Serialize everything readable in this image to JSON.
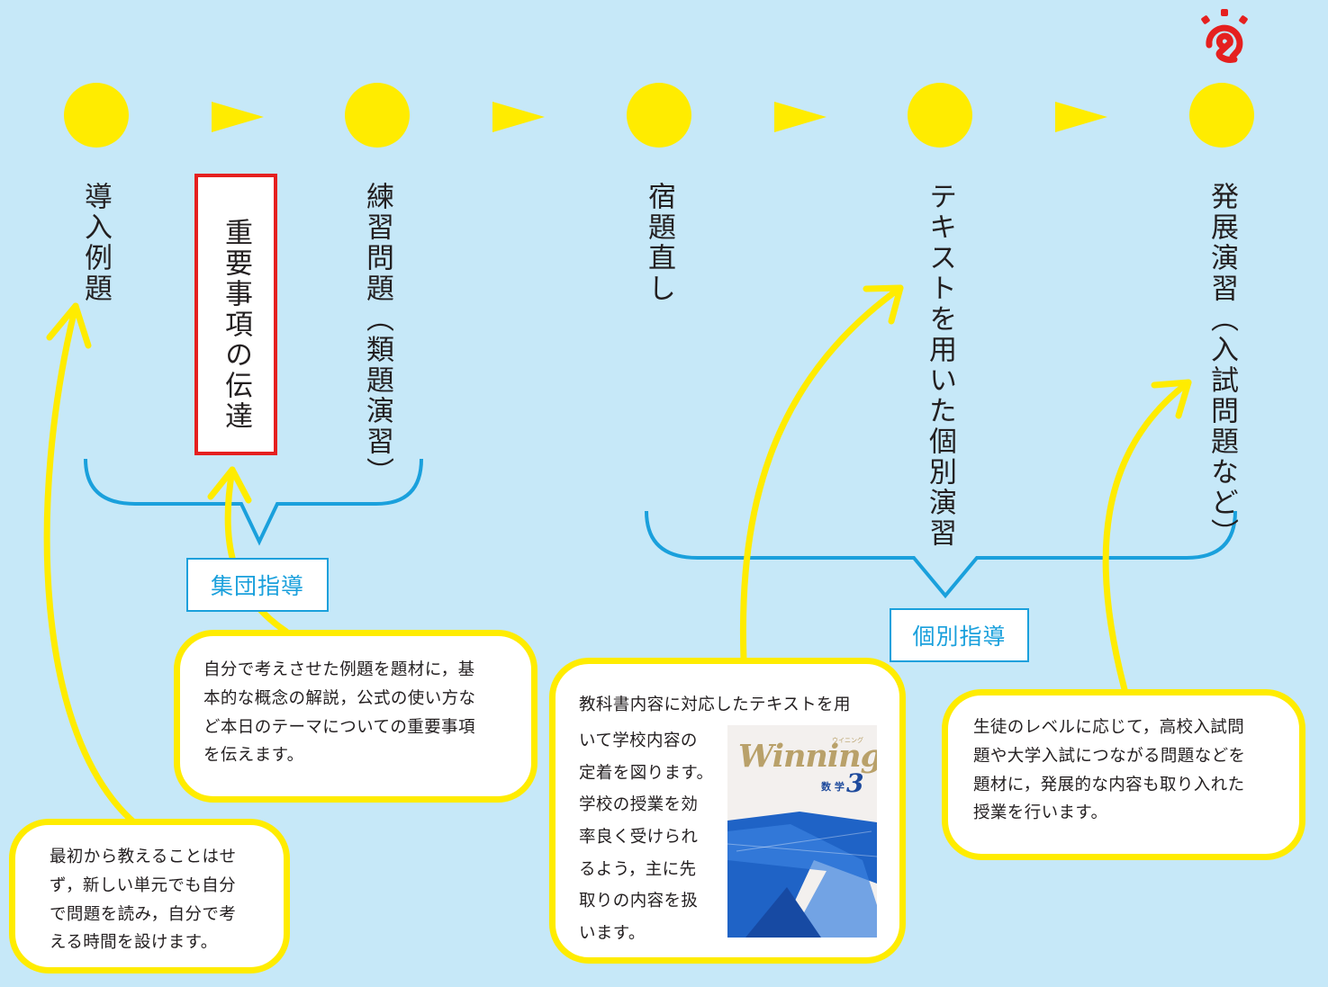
{
  "steps": [
    {
      "id": "intro",
      "label": "導入例題"
    },
    {
      "id": "key",
      "label": "重要事項の伝達"
    },
    {
      "id": "practice",
      "label": "練習問題（類題演習）"
    },
    {
      "id": "homework",
      "label": "宿題直し"
    },
    {
      "id": "text",
      "label": "テキストを用いた個別演習"
    },
    {
      "id": "advanced",
      "label": "発展演習（入試問題など）"
    }
  ],
  "groups": {
    "group_label": "集団指導",
    "individual_label": "個別指導"
  },
  "bubbles": {
    "intro": [
      "最初から教えることはせ",
      "ず，新しい単元でも自分",
      "で問題を読み，自分で考",
      "える時間を設けます。"
    ],
    "key": [
      "自分で考えさせた例題を題材に，基",
      "本的な概念の解説，公式の使い方な",
      "ど本日のテーマについての重要事項",
      "を伝えます。"
    ],
    "text_top": "教科書内容に対応したテキストを用",
    "text_side": [
      "いて学校内容の",
      "定着を図ります。",
      "学校の授業を効",
      "率良く受けられ",
      "るよう，主に先",
      "取りの内容を扱",
      "います。"
    ],
    "advanced": [
      "生徒のレベルに応じて，高校入試問",
      "題や大学入試につながる問題などを",
      "題材に，発展的な内容も取り入れた",
      "授業を行います。"
    ]
  },
  "book": {
    "title": "Winning",
    "ruby": "ウイニング",
    "subject": "数 学",
    "grade": "3"
  },
  "colors": {
    "background": "#c6e8f8",
    "dot": "#ffec00",
    "bracket": "#1aa0dc",
    "highlight": "#e5201f",
    "text": "#231f20"
  },
  "icons": [
    "logo-icon",
    "step-dot-icon",
    "arrow-right-icon"
  ]
}
